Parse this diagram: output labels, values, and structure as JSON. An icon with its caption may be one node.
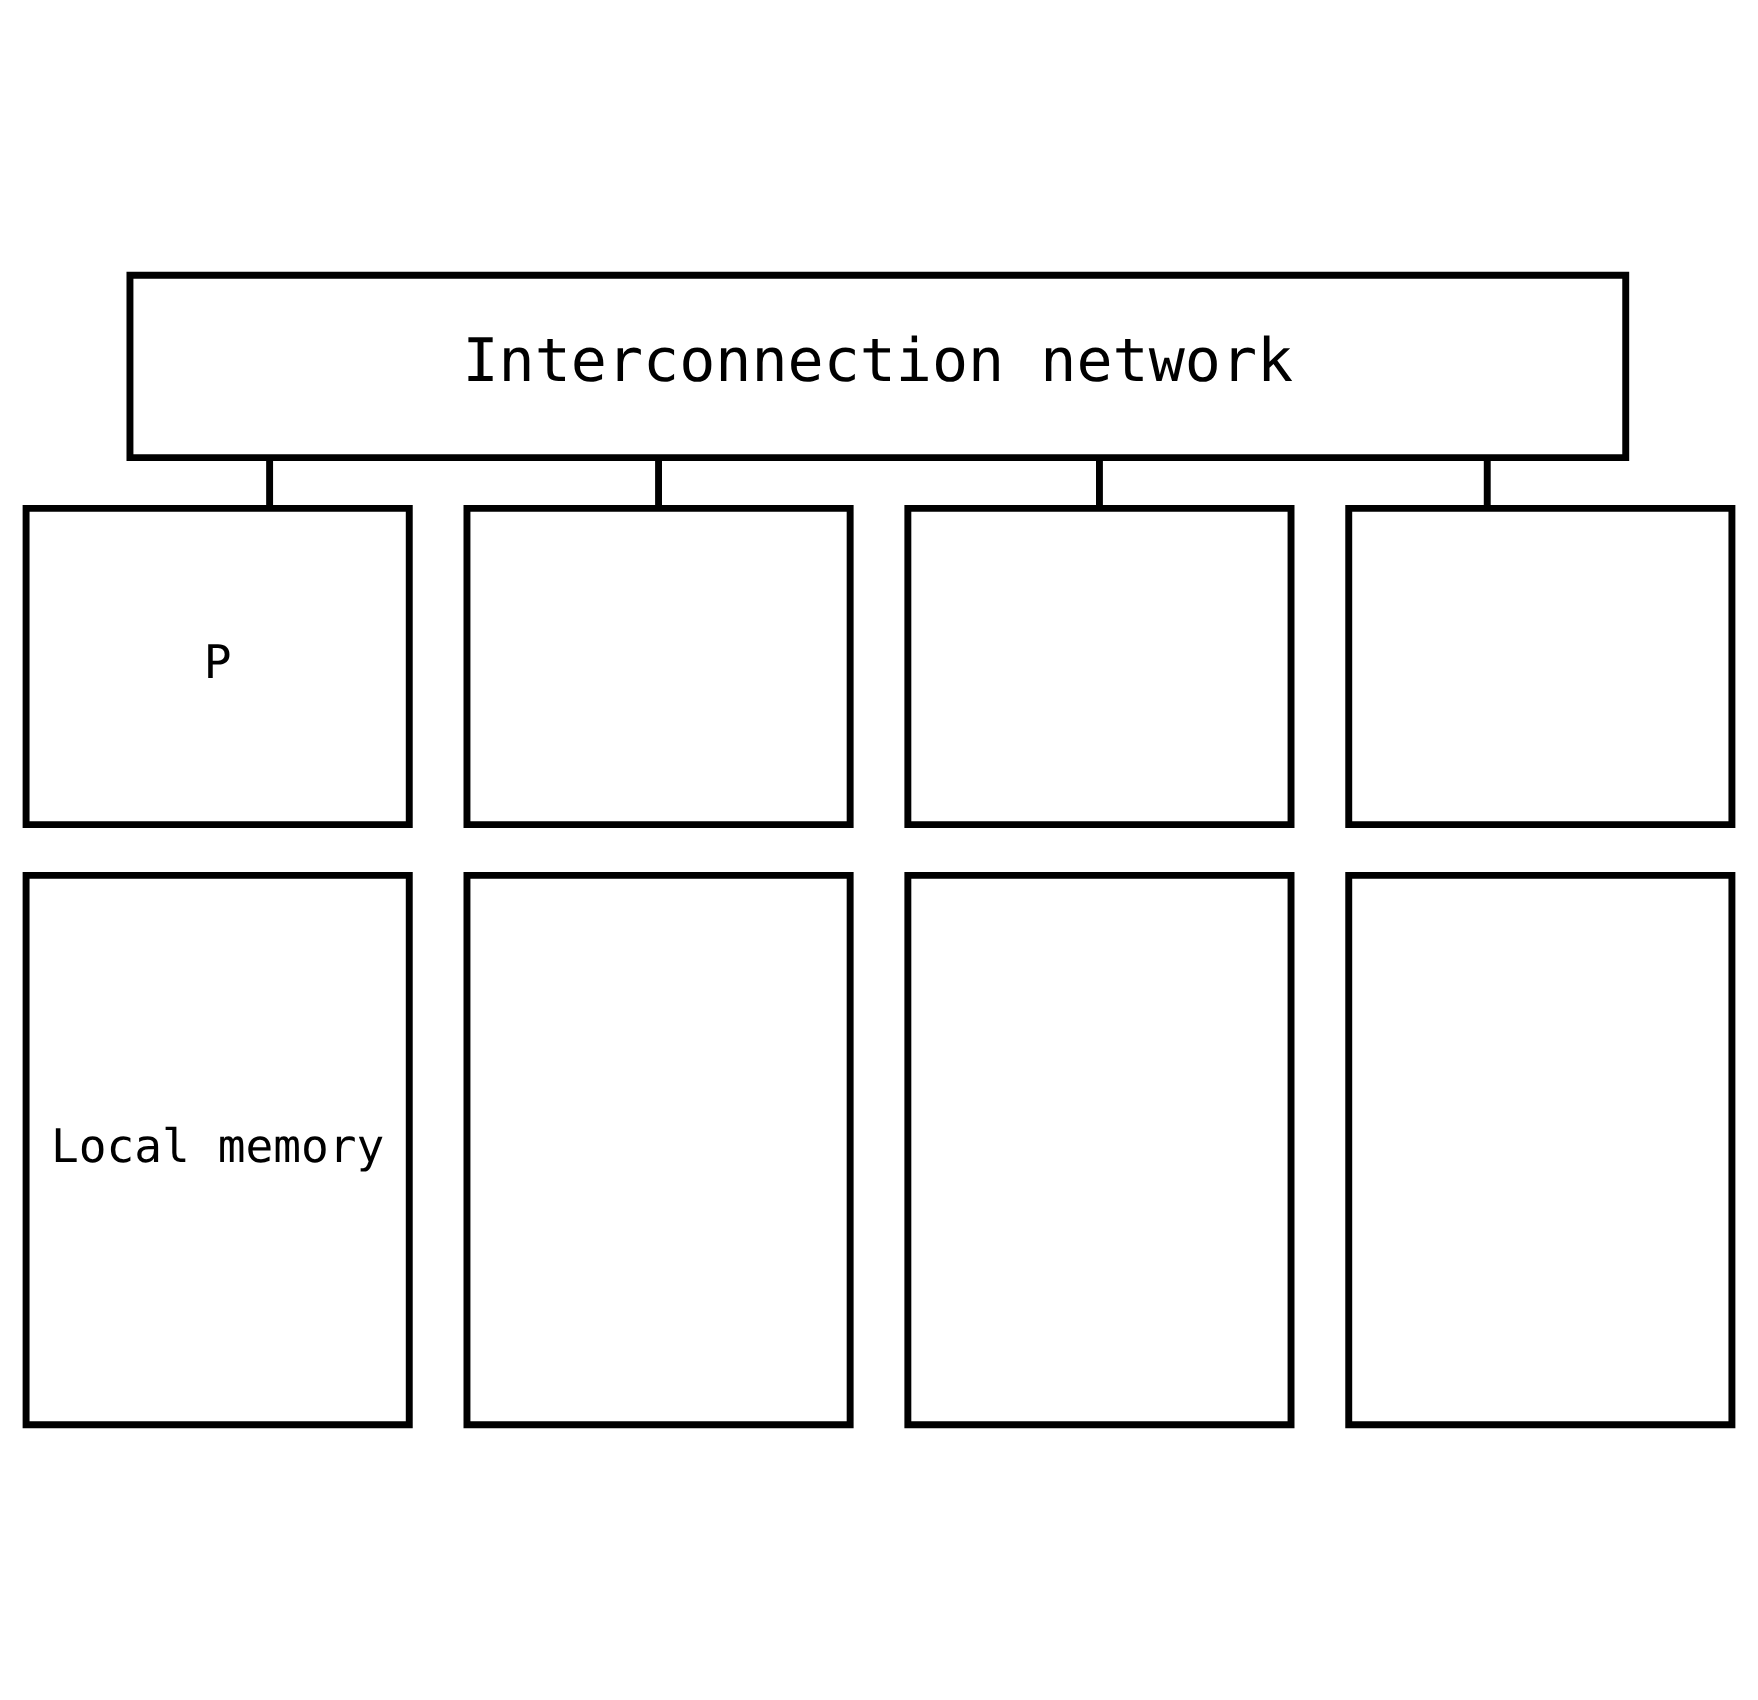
{
  "diagram": {
    "nodes": [
      {
        "text": [
          "Interconnection network"
        ]
      },
      {
        "text": [
          "P"
        ]
      },
      {
        "text": [
          "Local memory"
        ]
      },
      {
        "text": [],
        "shape": "box"
      },
      {
        "text": [],
        "shape": "box"
      },
      {
        "text": [],
        "shape": "box"
      },
      {
        "text": [],
        "shape": "box"
      },
      {
        "text": [],
        "shape": "box"
      },
      {
        "text": [],
        "shape": "box"
      }
    ],
    "edges": [
      {
        "from": 0,
        "to": 1,
        "arrow": "none"
      },
      {
        "from": 0,
        "to": 3,
        "arrow": "none"
      },
      {
        "from": 0,
        "to": 5,
        "arrow": "none"
      },
      {
        "from": 0,
        "to": 7,
        "arrow": "none"
      }
    ]
  }
}
